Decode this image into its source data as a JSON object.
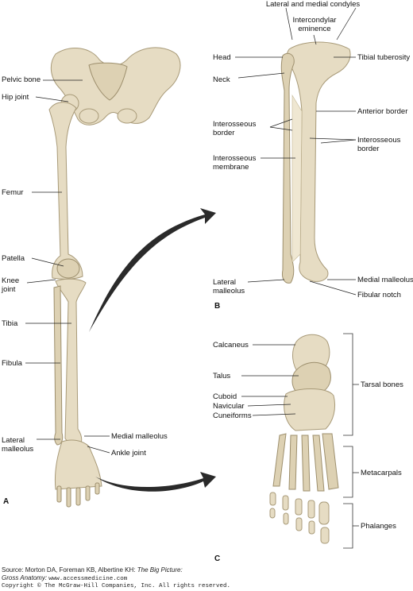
{
  "panels": {
    "a": {
      "letter": "A",
      "labels": {
        "pelvic_bone": "Pelvic bone",
        "hip_joint": "Hip joint",
        "femur": "Femur",
        "patella": "Patella",
        "knee_joint_1": "Knee",
        "knee_joint_2": "joint",
        "tibia": "Tibia",
        "fibula": "Fibula",
        "lateral_malleolus_1": "Lateral",
        "lateral_malleolus_2": "malleolus",
        "medial_malleolus": "Medial malleolus",
        "ankle_joint": "Ankle joint"
      }
    },
    "b": {
      "letter": "B",
      "labels": {
        "condyles": "Lateral and medial condyles",
        "intercondylar_1": "Intercondylar",
        "intercondylar_2": "eminence",
        "head": "Head",
        "neck": "Neck",
        "tibial_tuberosity": "Tibial tuberosity",
        "anterior_border": "Anterior border",
        "interosseous_border_left_1": "Interosseous",
        "interosseous_border_left_2": "border",
        "interosseous_border_right_1": "Interosseous",
        "interosseous_border_right_2": "border",
        "interosseous_membrane_1": "Interosseous",
        "interosseous_membrane_2": "membrane",
        "lateral_malleolus_1": "Lateral",
        "lateral_malleolus_2": "malleolus",
        "medial_malleolus": "Medial malleolus",
        "fibular_notch": "Fibular notch"
      }
    },
    "c": {
      "letter": "C",
      "labels": {
        "calcaneus": "Calcaneus",
        "talus": "Talus",
        "cuboid": "Cuboid",
        "navicular": "Navicular",
        "cuneiforms": "Cuneiforms",
        "tarsal_bones": "Tarsal bones",
        "metacarpals": "Metacarpals",
        "phalanges": "Phalanges"
      }
    }
  },
  "source": {
    "line1_prefix": "Source: Morton DA, Foreman KB, Albertine KH: ",
    "line1_title": "The Big Picture:",
    "line2_title": "Gross Anatomy: ",
    "line2_url": "www.accessmedicine.com",
    "line3": "Copyright © The McGraw-Hill Companies, Inc. All rights reserved."
  }
}
